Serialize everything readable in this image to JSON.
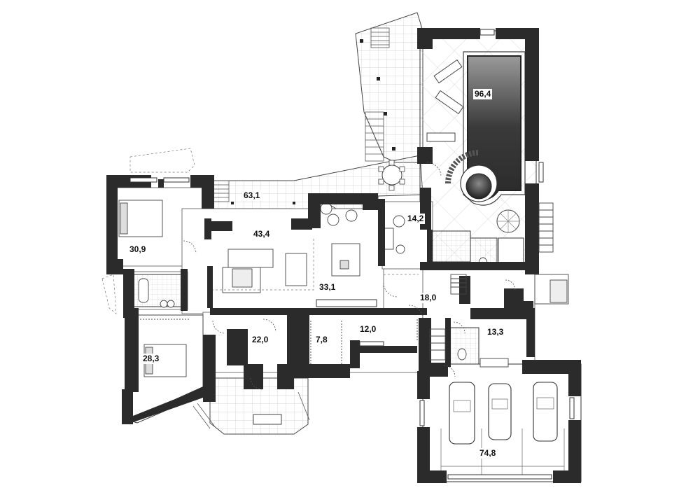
{
  "plan": {
    "rooms": [
      {
        "id": "pool",
        "area": "96,4"
      },
      {
        "id": "terrace",
        "area": "63,1"
      },
      {
        "id": "living",
        "area": "43,4"
      },
      {
        "id": "dining-kitchen",
        "area": "33,1"
      },
      {
        "id": "study",
        "area": "14,2"
      },
      {
        "id": "bedroom-north",
        "area": "30,9"
      },
      {
        "id": "bedroom-south",
        "area": "28,3"
      },
      {
        "id": "hall",
        "area": "18,0"
      },
      {
        "id": "entrance-hall",
        "area": "22,0"
      },
      {
        "id": "wardrobe",
        "area": "7,8"
      },
      {
        "id": "corridor",
        "area": "12,0"
      },
      {
        "id": "utility",
        "area": "13,3"
      },
      {
        "id": "garage",
        "area": "74,8"
      }
    ],
    "colors": {
      "wall": "#2b2b2b",
      "floor": "#ffffff",
      "tile": "#c8c8c8",
      "pool_water": "#4a4a4a"
    }
  }
}
